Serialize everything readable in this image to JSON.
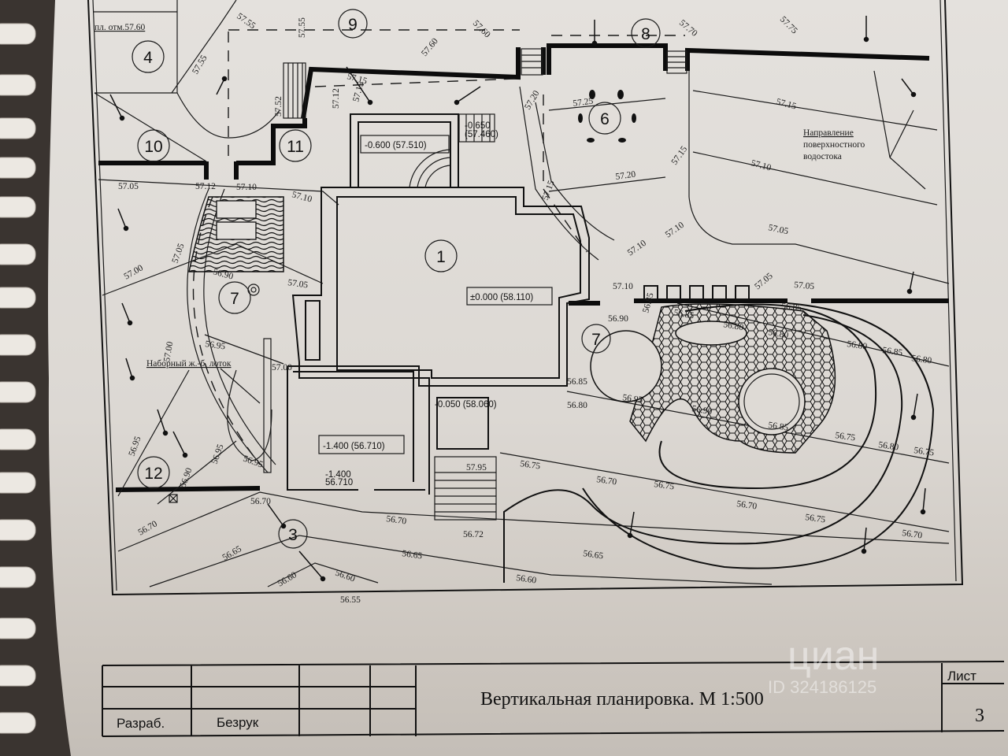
{
  "zones": [
    "4",
    "9",
    "8",
    "10",
    "11",
    "6",
    "1",
    "7",
    "7",
    "12",
    "3"
  ],
  "site_mark": "пл. отм.57.60",
  "drain_note": [
    "Направление",
    "поверхностного",
    "водостока"
  ],
  "tray_note": "Наборный ж.-б. лоток",
  "level_marks": {
    "annex": "-0.600 (57.510)",
    "annex_stair_1": "-0.650",
    "annex_stair_2": "(57.460)",
    "main": "±0.000 (58.110)",
    "basement": "-1.400 (56.710)",
    "basement_small_1": "-1.400",
    "basement_small_2": "56.710",
    "porch": "-0.050 (58.060)"
  },
  "elevations": [
    "57.55",
    "57.55",
    "57.55",
    "57.60",
    "57.60",
    "57.52",
    "57.12",
    "57.15",
    "57.15",
    "57.05",
    "57.12",
    "57.10",
    "57.10",
    "57.20",
    "57.25",
    "57.70",
    "57.75",
    "57.15",
    "57.15",
    "57.20",
    "57.10",
    "57.05",
    "57.10",
    "57.10",
    "57.15",
    "57.00",
    "57.05",
    "56.90",
    "57.05",
    "56.95",
    "57.00",
    "57.00",
    "56.95",
    "56.90",
    "56.95",
    "56.95",
    "56.70",
    "57.95",
    "56.72",
    "56.70",
    "56.65",
    "56.60",
    "56.60",
    "56.55",
    "56.70",
    "56.65",
    "56.75",
    "56.70",
    "56.75",
    "56.70",
    "56.75",
    "56.70",
    "56.65",
    "56.60",
    "57.10",
    "56.90",
    "57.05",
    "57.05",
    "56.85",
    "56.85",
    "56.85",
    "56.80",
    "56.80",
    "56.80",
    "56.85",
    "56.80",
    "56.85",
    "56.80",
    "56.95",
    "56.90",
    "56.85",
    "56.75",
    "56.80",
    "56.75"
  ],
  "title_block": {
    "role_label": "Разраб.",
    "author": "Безрук",
    "title": "Вертикальная планировка. М 1:500",
    "sheet_label": "Лист",
    "sheet_number": "3"
  },
  "watermark": {
    "brand": "циан",
    "id": "ID 324186125"
  }
}
